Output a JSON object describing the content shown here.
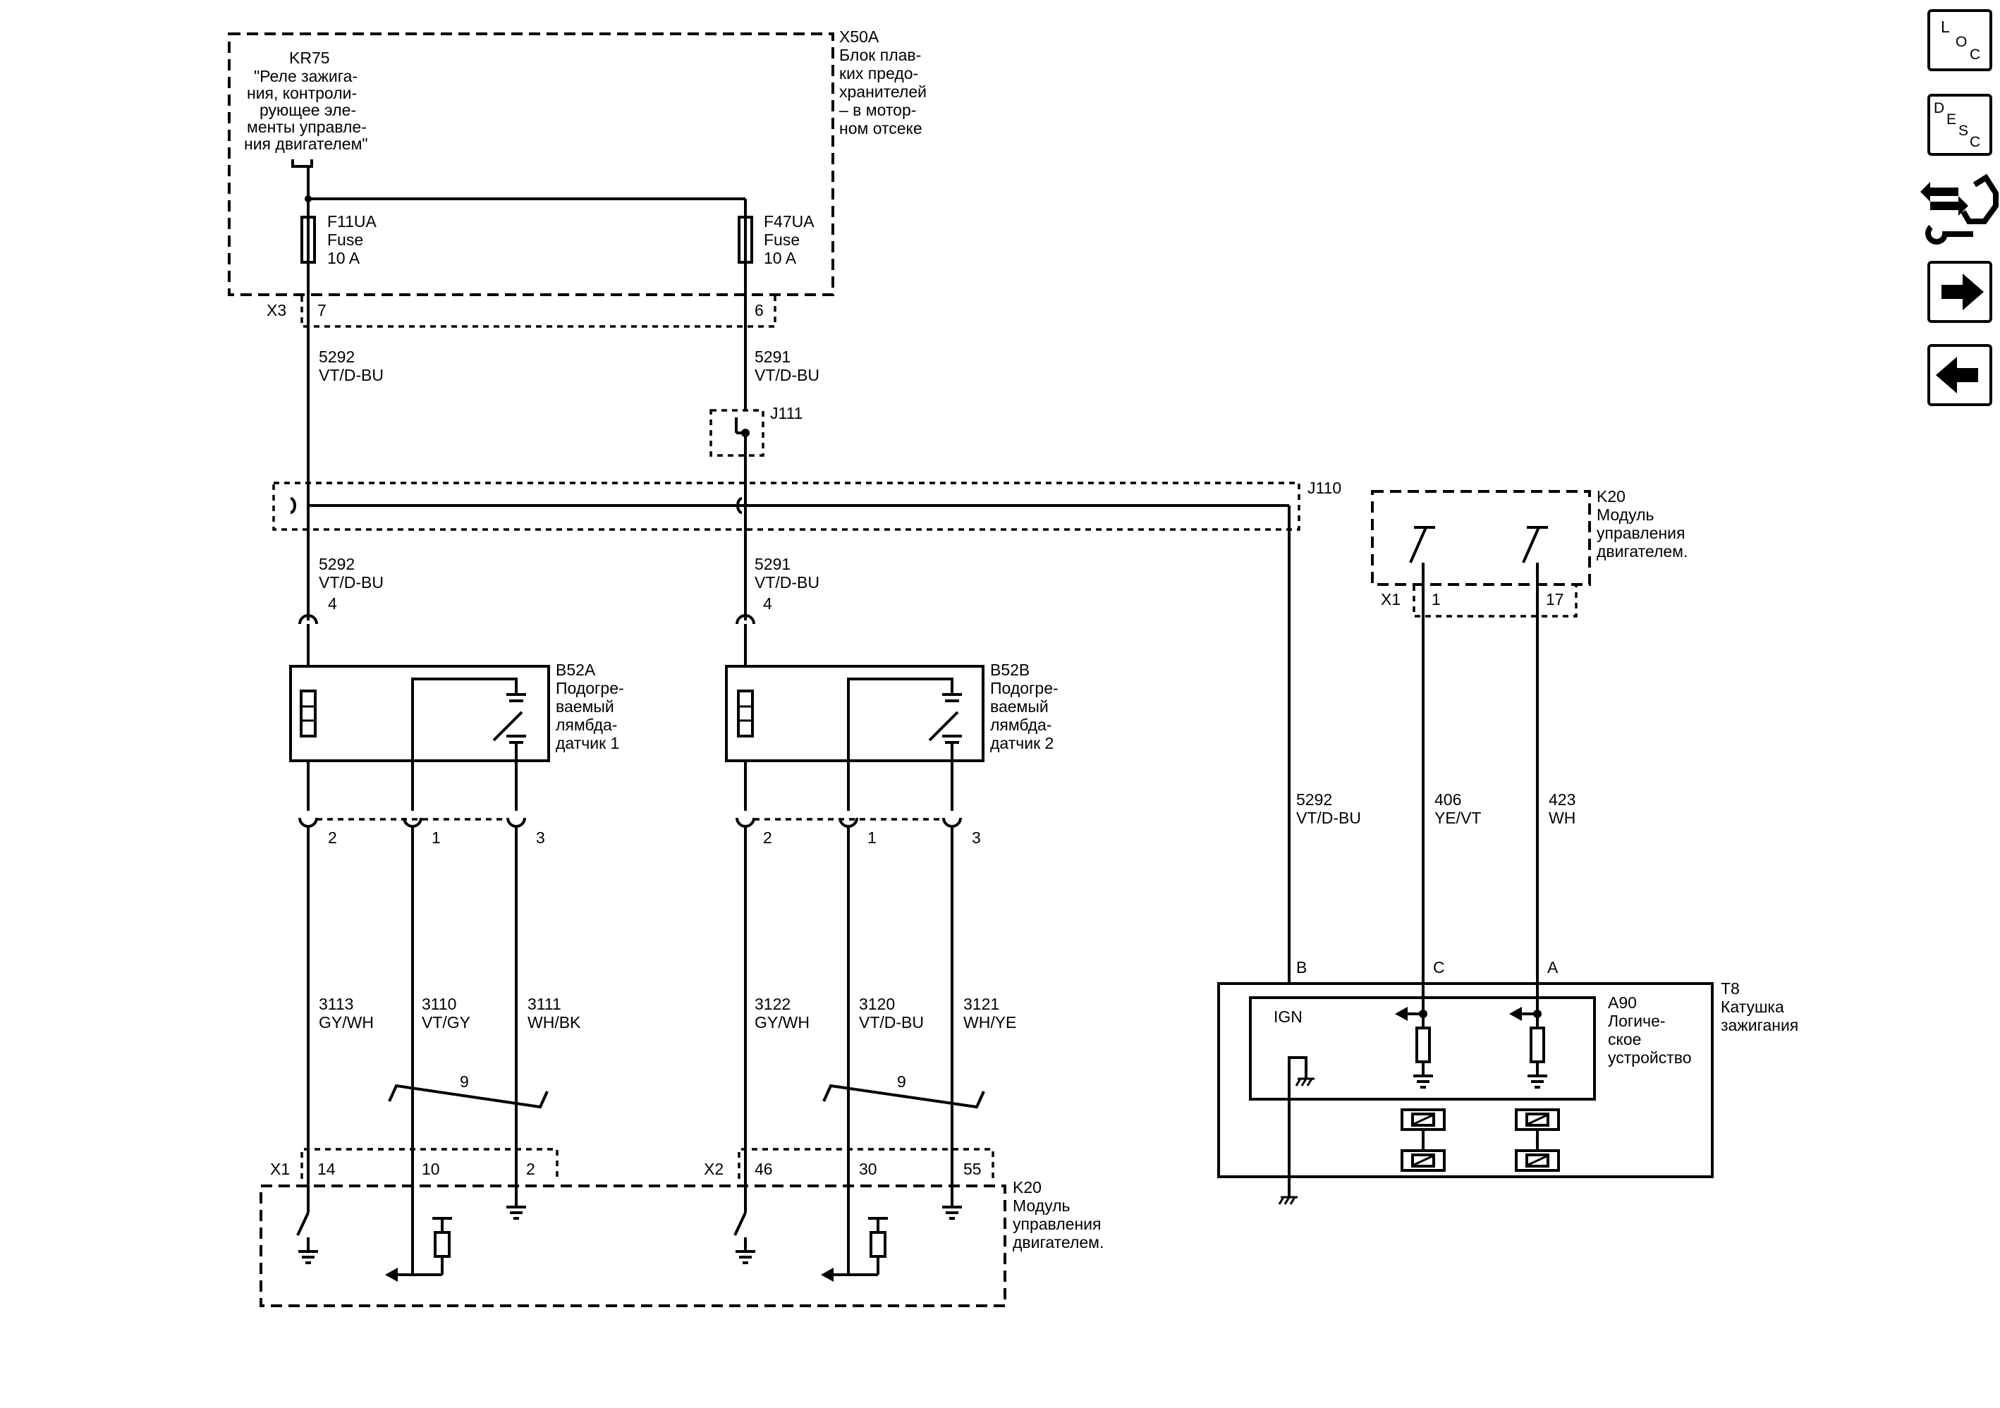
{
  "fuse_block": {
    "id": "X50A",
    "desc": [
      "Блок плав-",
      "ких предо-",
      "хранителей",
      "– в мотор-",
      "ном отсеке"
    ]
  },
  "relay": {
    "id": "KR75",
    "desc": [
      "\"Реле зажига-",
      "ния, контроли-",
      "рующее эле-",
      "менты управле-",
      "ния двигателем\""
    ]
  },
  "fuses": [
    {
      "id": "F11UA",
      "type": "Fuse",
      "rating": "10 A"
    },
    {
      "id": "F47UA",
      "type": "Fuse",
      "rating": "10 A"
    }
  ],
  "connectors": {
    "x3": "X3",
    "x3_pin_a": "7",
    "x3_pin_b": "6",
    "x1_bottom": "X1",
    "x2_bottom": "X2",
    "x1_right": "X1"
  },
  "splices": {
    "j111": "J111",
    "j110": "J110"
  },
  "wires": {
    "w5292": {
      "circuit": "5292",
      "color": "VT/D-BU"
    },
    "w5291": {
      "circuit": "5291",
      "color": "VT/D-BU"
    },
    "w406": {
      "circuit": "406",
      "color": "YE/VT"
    },
    "w423": {
      "circuit": "423",
      "color": "WH"
    },
    "w3113": {
      "circuit": "3113",
      "color": "GY/WH"
    },
    "w3110": {
      "circuit": "3110",
      "color": "VT/GY"
    },
    "w3111": {
      "circuit": "3111",
      "color": "WH/BK"
    },
    "w3122": {
      "circuit": "3122",
      "color": "GY/WH"
    },
    "w3120": {
      "circuit": "3120",
      "color": "VT/D-BU"
    },
    "w3121": {
      "circuit": "3121",
      "color": "WH/YE"
    }
  },
  "sensors": [
    {
      "id": "B52A",
      "desc": [
        "Подогре-",
        "ваемый",
        "лямбда-",
        "датчик 1"
      ],
      "top_pin": "4",
      "pins": [
        "2",
        "1",
        "3"
      ]
    },
    {
      "id": "B52B",
      "desc": [
        "Подогре-",
        "ваемый",
        "лямбда-",
        "датчик 2"
      ],
      "top_pin": "4",
      "pins": [
        "2",
        "1",
        "3"
      ]
    }
  ],
  "twist_count": {
    "left": "9",
    "right": "9"
  },
  "ecm_bottom": {
    "id": "K20",
    "desc": [
      "Модуль",
      "управления",
      "двигателем."
    ],
    "x1_pins": [
      "14",
      "10",
      "2"
    ],
    "x2_pins": [
      "46",
      "30",
      "55"
    ]
  },
  "ecm_right": {
    "id": "K20",
    "desc": [
      "Модуль",
      "управления",
      "двигателем."
    ],
    "pins": [
      "1",
      "17"
    ]
  },
  "ignition_coil": {
    "id": "T8",
    "desc": [
      "Катушка",
      "зажигания"
    ],
    "terminals": [
      "B",
      "C",
      "A"
    ],
    "logic_id": "A90",
    "logic_desc": [
      "Логиче-",
      "ское",
      "устройство"
    ],
    "ign_label": "IGN"
  },
  "nav": {
    "loc": {
      "l1": "L",
      "l2": "O",
      "l3": "C"
    },
    "desc": {
      "l1": "D",
      "l2": "E",
      "l3": "S",
      "l4": "C"
    }
  }
}
